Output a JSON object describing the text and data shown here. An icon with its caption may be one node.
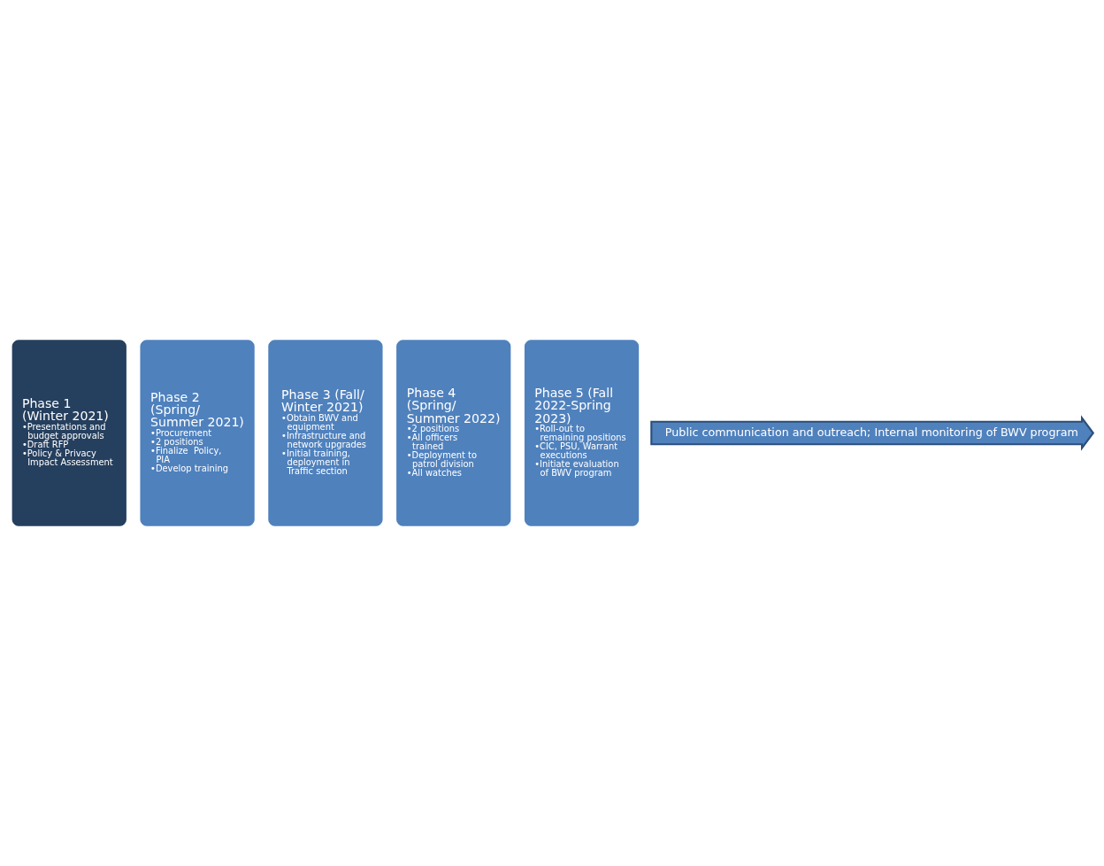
{
  "diagram": {
    "nodes": [
      {
        "text": [
          "Phase 1 (Winter 2021)",
          "•Presentations and budget approvals",
          "•Draft RFP",
          "•Policy & Privacy Impact Assessment"
        ]
      },
      {
        "text": [
          "Phase 2 (Spring/ Summer 2021)",
          "•Procurement",
          "•2 positions",
          "•Finalize  Policy, PIA",
          "•Develop training"
        ]
      },
      {
        "text": [
          "Phase 3 (Fall/ Winter 2021)",
          "•Obtain BWV and equipment",
          "•Infrastructure and network upgrades",
          "•Initial training, deployment in Traffic section"
        ]
      },
      {
        "text": [
          "Phase 4 (Spring/ Summer 2022)",
          "•2 positions",
          "•All officers trained",
          "•Deployment to patrol division",
          "•All watches"
        ]
      },
      {
        "text": [
          "Phase 5 (Fall 2022-Spring 2023)",
          "•Roll-out to remaining positions",
          "•CIC, PSU, Warrant executions",
          "•Initiate evaluation of BWV program"
        ]
      },
      {
        "text": [
          "Public communication and outreach; Internal monitoring of BWV program"
        ]
      }
    ],
    "edges": []
  }
}
